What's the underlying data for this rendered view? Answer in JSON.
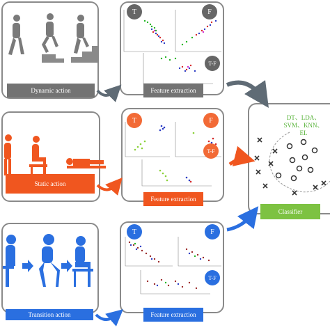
{
  "rows": [
    {
      "action_label": "Dynamic action",
      "action_color": "#737373",
      "feature_label": "Feature extraction",
      "feature_color": "#737373",
      "arrow_color": "#5f6b75",
      "badge_color": "#666666"
    },
    {
      "action_label": "Static action",
      "action_color": "#f0561f",
      "feature_label": "Feature extraction",
      "feature_color": "#f0561f",
      "arrow_color": "#f0561f",
      "badge_color": "#f26a36"
    },
    {
      "action_label": "Transition action",
      "action_color": "#2a6fe0",
      "feature_label": "Feature extraction",
      "feature_color": "#2a6fe0",
      "arrow_color": "#2a6fe0",
      "badge_color": "#2a6fe0"
    }
  ],
  "badges": [
    "T",
    "F",
    "T-F"
  ],
  "classifier": {
    "label": "Classifier",
    "color": "#7dc242",
    "algorithms_line1": "DT、LDA、",
    "algorithms_line2": "SVM、KNN、",
    "algorithms_line3": "EL"
  },
  "icons": [
    "walking-figure-icon",
    "sit-stand-figure-icon",
    "transition-figure-icon"
  ]
}
